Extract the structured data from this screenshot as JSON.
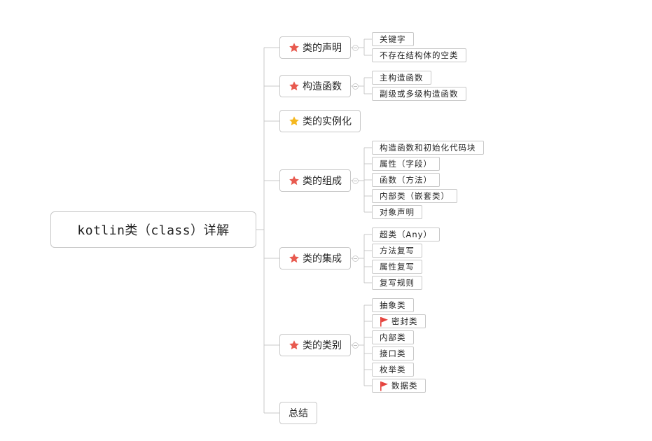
{
  "root": {
    "label": "kotlin类（class）详解"
  },
  "colors": {
    "line": "#c8c8c8",
    "star_red": "#e85a4f",
    "star_yellow": "#f5b820",
    "flag": "#e5433d"
  },
  "branches": [
    {
      "label": "类的声明",
      "icon": "red-star-icon",
      "children": [
        {
          "label": "关键字"
        },
        {
          "label": "不存在结构体的空类"
        }
      ]
    },
    {
      "label": "构造函数",
      "icon": "red-star-icon",
      "children": [
        {
          "label": "主构造函数"
        },
        {
          "label": "副级或多级构造函数"
        }
      ]
    },
    {
      "label": "类的实例化",
      "icon": "yellow-star-icon",
      "children": []
    },
    {
      "label": "类的组成",
      "icon": "red-star-icon",
      "children": [
        {
          "label": "构造函数和初始化代码块"
        },
        {
          "label": "属性（字段）"
        },
        {
          "label": "函数（方法）"
        },
        {
          "label": "内部类（嵌套类）"
        },
        {
          "label": "对象声明"
        }
      ]
    },
    {
      "label": "类的集成",
      "icon": "red-star-icon",
      "children": [
        {
          "label": "超类（Any）"
        },
        {
          "label": "方法复写"
        },
        {
          "label": "属性复写"
        },
        {
          "label": "复写规则"
        }
      ]
    },
    {
      "label": "类的类别",
      "icon": "red-star-icon",
      "children": [
        {
          "label": "抽象类"
        },
        {
          "label": "密封类",
          "icon": "red-flag-icon"
        },
        {
          "label": "内部类"
        },
        {
          "label": "接口类"
        },
        {
          "label": "枚举类"
        },
        {
          "label": "数据类",
          "icon": "red-flag-icon"
        }
      ]
    },
    {
      "label": "总结",
      "icon": "",
      "children": []
    }
  ]
}
